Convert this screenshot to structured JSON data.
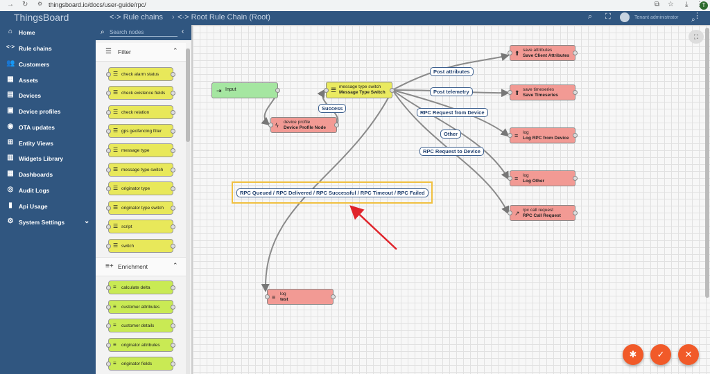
{
  "browser": {
    "url": "thingsboard.io/docs/user-guide/rpc/",
    "profile_initial": "T"
  },
  "header": {
    "logo": "ThingsBoard",
    "crumb1": "Rule chains",
    "crumb2": "Root Rule Chain (Root)",
    "user": "Tenant administrator"
  },
  "sidebar": {
    "items": [
      {
        "label": "Home",
        "icon": "home-icon"
      },
      {
        "label": "Rule chains",
        "icon": "code-icon"
      },
      {
        "label": "Customers",
        "icon": "people-icon"
      },
      {
        "label": "Assets",
        "icon": "domain-icon"
      },
      {
        "label": "Devices",
        "icon": "devices-icon"
      },
      {
        "label": "Device profiles",
        "icon": "profile-icon"
      },
      {
        "label": "OTA updates",
        "icon": "ota-icon"
      },
      {
        "label": "Entity Views",
        "icon": "view-icon"
      },
      {
        "label": "Widgets Library",
        "icon": "widgets-icon"
      },
      {
        "label": "Dashboards",
        "icon": "dashboard-icon"
      },
      {
        "label": "Audit Logs",
        "icon": "audit-icon"
      },
      {
        "label": "Api Usage",
        "icon": "chart-icon"
      },
      {
        "label": "System Settings",
        "icon": "settings-icon"
      }
    ]
  },
  "library": {
    "search_placeholder": "Search nodes",
    "filter_title": "Filter",
    "filter_nodes": [
      "check alarm status",
      "check existence fields",
      "check relation",
      "gps geofencing filter",
      "message type",
      "message type switch",
      "originator type",
      "originator type switch",
      "script",
      "switch"
    ],
    "enrichment_title": "Enrichment",
    "enrichment_nodes": [
      "calculate delta",
      "customer attributes",
      "customer details",
      "originator attributes",
      "originator fields"
    ]
  },
  "canvas": {
    "input_label": "Input",
    "nodes": {
      "device_profile": {
        "type": "device profile",
        "name": "Device Profile Node"
      },
      "msg_switch": {
        "type": "message type switch",
        "name": "Message Type Switch"
      },
      "save_attr": {
        "type": "save attributes",
        "name": "Save Client Attributes"
      },
      "save_ts": {
        "type": "save timeseries",
        "name": "Save Timeseries"
      },
      "log_rpc": {
        "type": "log",
        "name": "Log RPC from Device"
      },
      "log_other": {
        "type": "log",
        "name": "Log Other"
      },
      "rpc_call": {
        "type": "rpc call request",
        "name": "RPC Call Request"
      },
      "log_test": {
        "type": "log",
        "name": "test"
      }
    },
    "edges": {
      "success": "Success",
      "post_attributes": "Post attributes",
      "post_telemetry": "Post telemetry",
      "rpc_from_device": "RPC Request from Device",
      "other": "Other",
      "rpc_to_device": "RPC Request to Device",
      "rpc_queued": "RPC Queued / RPC Delivered / RPC Successful / RPC Timeout / RPC Failed"
    }
  },
  "colors": {
    "header": "#305680",
    "filter_node": "#e8e85a",
    "enrichment_node": "#c9ea54",
    "action_node": "#f29a94",
    "input_node": "#a5e6a1",
    "fab": "#f15a29",
    "highlight": "#f0c040",
    "arrow": "#e0242b"
  }
}
